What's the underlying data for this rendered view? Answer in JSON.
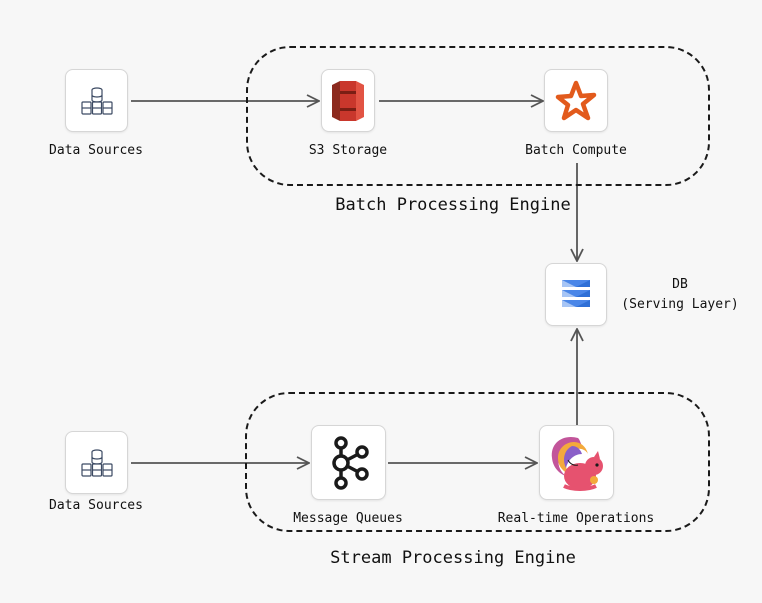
{
  "groups": {
    "batch": {
      "label": "Batch Processing Engine"
    },
    "stream": {
      "label": "Stream Processing Engine"
    }
  },
  "nodes": {
    "data_sources_top": {
      "label": "Data Sources",
      "icon": "database-servers-icon"
    },
    "s3_storage": {
      "label": "S3 Storage",
      "icon": "aws-s3-icon"
    },
    "batch_compute": {
      "label": "Batch Compute",
      "icon": "spark-star-icon"
    },
    "db": {
      "label_line1": "DB",
      "label_line2": "(Serving Layer)",
      "icon": "stacked-layers-icon"
    },
    "data_sources_bottom": {
      "label": "Data Sources",
      "icon": "database-servers-icon"
    },
    "message_queues": {
      "label": "Message Queues",
      "icon": "kafka-icon"
    },
    "realtime_ops": {
      "label": "Real-time Operations",
      "icon": "flink-squirrel-icon"
    }
  },
  "edges": [
    {
      "from": "Data Sources",
      "to": "S3 Storage"
    },
    {
      "from": "S3 Storage",
      "to": "Batch Compute"
    },
    {
      "from": "Batch Compute",
      "to": "DB"
    },
    {
      "from": "Data Sources",
      "to": "Message Queues"
    },
    {
      "from": "Message Queues",
      "to": "Real-time Operations"
    },
    {
      "from": "Real-time Operations",
      "to": "DB"
    }
  ],
  "colors": {
    "background": "#f7f7f7",
    "arrow": "#555555",
    "s3": "#d13b2c",
    "spark": "#e25a1c",
    "db_blue": "#4a86e8",
    "flink": "#e6526f"
  }
}
